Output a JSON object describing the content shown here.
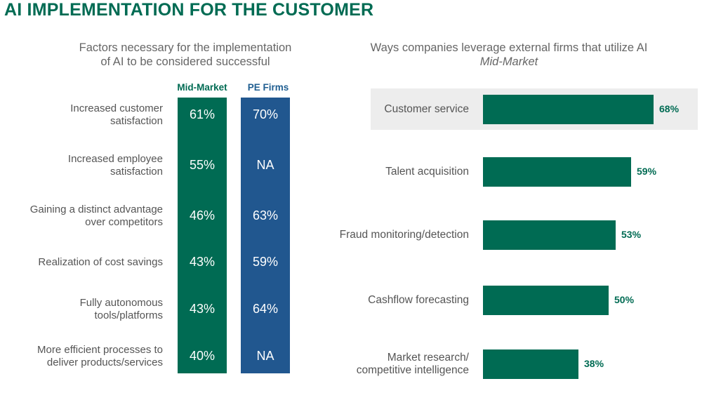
{
  "title": "AI IMPLEMENTATION FOR THE CUSTOMER",
  "colors": {
    "brand_green": "#006b53",
    "pe_blue": "#21578f",
    "text_gray": "#555555",
    "highlight_gray": "#ededed"
  },
  "chart_data": [
    {
      "type": "table",
      "title_line1": "Factors necessary for the implementation",
      "title_line2": "of AI to be considered successful",
      "columns": [
        "Mid-Market",
        "PE Firms"
      ],
      "rows": [
        {
          "label": [
            "Increased customer",
            "satisfaction"
          ],
          "mid_market": "61%",
          "pe_firms": "70%"
        },
        {
          "label": [
            "Increased employee",
            "satisfaction"
          ],
          "mid_market": "55%",
          "pe_firms": "NA"
        },
        {
          "label": [
            "Gaining a distinct advantage",
            "over competitors"
          ],
          "mid_market": "46%",
          "pe_firms": "63%"
        },
        {
          "label": [
            "Realization of cost savings"
          ],
          "mid_market": "43%",
          "pe_firms": "59%"
        },
        {
          "label": [
            "Fully autonomous",
            "tools/platforms"
          ],
          "mid_market": "43%",
          "pe_firms": "64%"
        },
        {
          "label": [
            "More efficient processes to",
            "deliver products/services"
          ],
          "mid_market": "40%",
          "pe_firms": "NA"
        }
      ]
    },
    {
      "type": "bar",
      "orientation": "horizontal",
      "title": "Ways companies leverage external firms that utilize AI",
      "subtitle": "Mid-Market",
      "xlim": [
        0,
        100
      ],
      "highlighted_category": "Customer service",
      "categories": [
        [
          "Customer service"
        ],
        [
          "Talent acquisition"
        ],
        [
          "Fraud monitoring/detection"
        ],
        [
          "Cashflow forecasting"
        ],
        [
          "Market research/",
          "competitive intelligence"
        ]
      ],
      "values": [
        68,
        59,
        53,
        50,
        38
      ],
      "value_labels": [
        "68%",
        "59%",
        "53%",
        "50%",
        "38%"
      ]
    }
  ]
}
